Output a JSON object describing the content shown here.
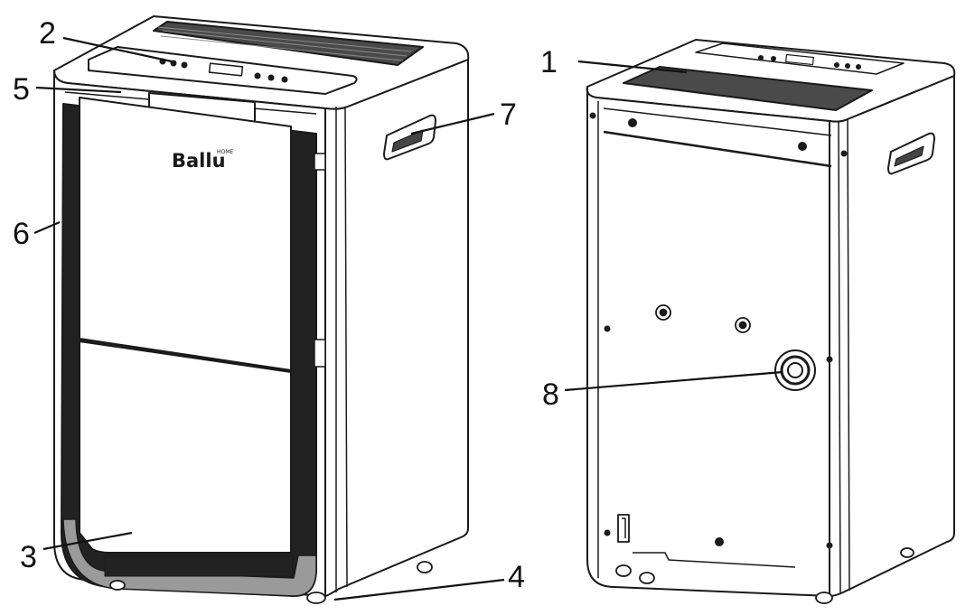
{
  "figure": {
    "brand_logo": "Ballu",
    "brand_sub": "HOME",
    "stroke_color": "#1a1a1a",
    "filter_color": "#222222",
    "callouts": [
      {
        "id": "1",
        "label": "1"
      },
      {
        "id": "2",
        "label": "2"
      },
      {
        "id": "3",
        "label": "3"
      },
      {
        "id": "4",
        "label": "4"
      },
      {
        "id": "5",
        "label": "5"
      },
      {
        "id": "6",
        "label": "6"
      },
      {
        "id": "7",
        "label": "7"
      },
      {
        "id": "8",
        "label": "8"
      }
    ]
  }
}
